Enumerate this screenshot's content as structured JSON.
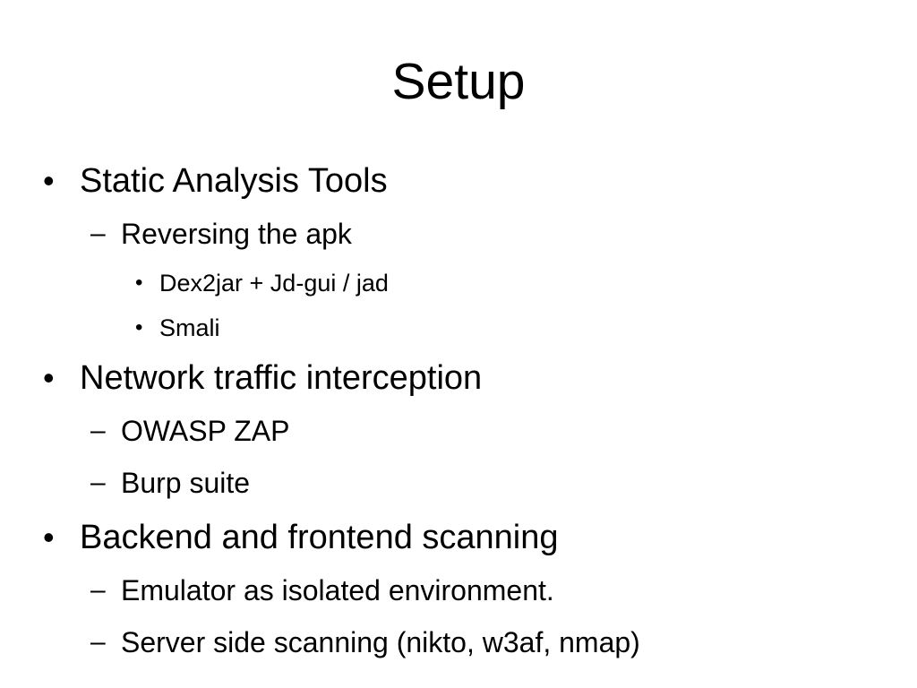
{
  "slide": {
    "title": "Setup",
    "background_color": "#ffffff",
    "text_color": "#000000",
    "markers": {
      "level1": "•",
      "level2": "–",
      "level3": "•"
    },
    "bullets": [
      {
        "level": 1,
        "marker": "•",
        "text": "Static Analysis Tools"
      },
      {
        "level": 2,
        "marker": "–",
        "text": "Reversing the apk"
      },
      {
        "level": 3,
        "marker": "•",
        "text": "Dex2jar + Jd-gui / jad"
      },
      {
        "level": 3,
        "marker": "•",
        "text": "Smali"
      },
      {
        "level": 1,
        "marker": "•",
        "text": "Network traffic interception"
      },
      {
        "level": 2,
        "marker": "–",
        "text": "OWASP ZAP"
      },
      {
        "level": 2,
        "marker": "–",
        "text": "Burp suite"
      },
      {
        "level": 1,
        "marker": "•",
        "text": "Backend and frontend scanning"
      },
      {
        "level": 2,
        "marker": "–",
        "text": "Emulator as isolated environment."
      },
      {
        "level": 2,
        "marker": "–",
        "text": "Server side scanning (nikto, w3af, nmap)"
      }
    ]
  }
}
